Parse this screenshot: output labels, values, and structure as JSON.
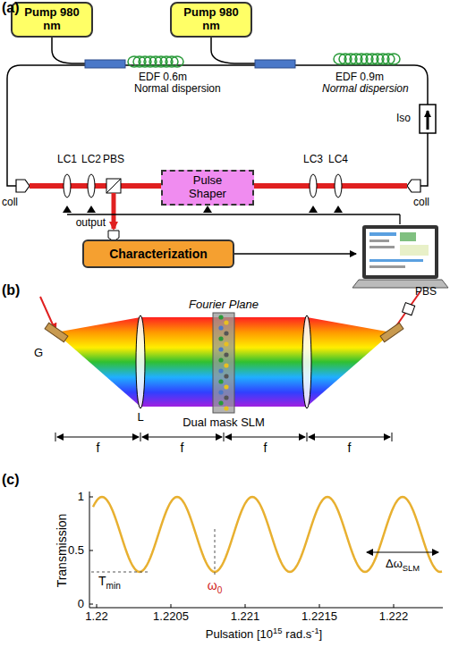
{
  "diagram": {
    "nodes": [
      {
        "text": [
          "Pump 980 nm"
        ]
      },
      {
        "text": [
          "Pump 980 nm"
        ]
      },
      {
        "text": [
          "Pulse Shaper"
        ]
      },
      {
        "text": [
          "Characterization"
        ]
      }
    ],
    "labels": [
      "(a)",
      "EDF 0.6m",
      "Normal dispersion",
      "EDF 0.9m",
      "Normal dispersion",
      "Iso",
      "coll",
      "coll",
      "LC1",
      "LC2",
      "PBS",
      "LC3",
      "LC4",
      "output",
      "(b)",
      "Fourier Plane",
      "G",
      "L",
      "Dual mask SLM",
      "PBS",
      "f",
      "f",
      "f",
      "f",
      "(c)",
      "Transmission",
      "1",
      "0.5",
      "0",
      "1.22",
      "1.2205",
      "1.221",
      "1.2215",
      "1.222",
      "Pulsation [10",
      "15",
      "rad.s",
      "-1",
      "]",
      "T",
      "min",
      "ω",
      "0",
      "Δω",
      "SLM"
    ]
  }
}
